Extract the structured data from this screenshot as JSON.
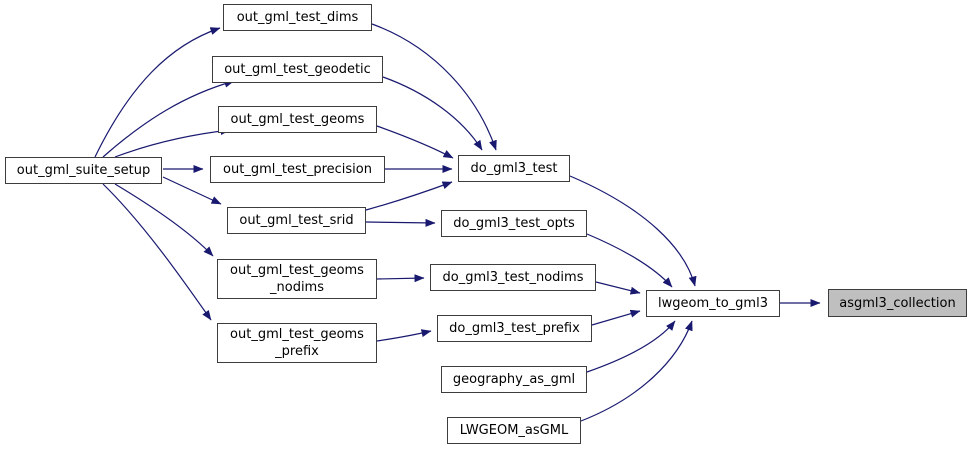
{
  "diagram": {
    "type": "call-graph",
    "highlighted_function": "asgml3_collection",
    "colors": {
      "edge": "#191970",
      "node_border": "#3d3d3d",
      "node_fill": "#ffffff",
      "highlight_fill": "#bfbfbf",
      "background": "#ffffff",
      "text": "#000000"
    },
    "nodes": [
      {
        "id": "out_gml_suite_setup",
        "label": "out_gml_suite_setup"
      },
      {
        "id": "out_gml_test_dims",
        "label": "out_gml_test_dims"
      },
      {
        "id": "out_gml_test_geodetic",
        "label": "out_gml_test_geodetic"
      },
      {
        "id": "out_gml_test_geoms",
        "label": "out_gml_test_geoms"
      },
      {
        "id": "out_gml_test_precision",
        "label": "out_gml_test_precision"
      },
      {
        "id": "out_gml_test_srid",
        "label": "out_gml_test_srid"
      },
      {
        "id": "out_gml_test_geoms_nodims",
        "label": "out_gml_test_geoms\n_nodims"
      },
      {
        "id": "out_gml_test_geoms_prefix",
        "label": "out_gml_test_geoms\n_prefix"
      },
      {
        "id": "do_gml3_test",
        "label": "do_gml3_test"
      },
      {
        "id": "do_gml3_test_opts",
        "label": "do_gml3_test_opts"
      },
      {
        "id": "do_gml3_test_nodims",
        "label": "do_gml3_test_nodims"
      },
      {
        "id": "do_gml3_test_prefix",
        "label": "do_gml3_test_prefix"
      },
      {
        "id": "geography_as_gml",
        "label": "geography_as_gml"
      },
      {
        "id": "LWGEOM_asGML",
        "label": "LWGEOM_asGML"
      },
      {
        "id": "lwgeom_to_gml3",
        "label": "lwgeom_to_gml3"
      },
      {
        "id": "asgml3_collection",
        "label": "asgml3_collection"
      }
    ],
    "edges": [
      {
        "from": "out_gml_suite_setup",
        "to": "out_gml_test_dims"
      },
      {
        "from": "out_gml_suite_setup",
        "to": "out_gml_test_geodetic"
      },
      {
        "from": "out_gml_suite_setup",
        "to": "out_gml_test_geoms"
      },
      {
        "from": "out_gml_suite_setup",
        "to": "out_gml_test_precision"
      },
      {
        "from": "out_gml_suite_setup",
        "to": "out_gml_test_srid"
      },
      {
        "from": "out_gml_suite_setup",
        "to": "out_gml_test_geoms_nodims"
      },
      {
        "from": "out_gml_suite_setup",
        "to": "out_gml_test_geoms_prefix"
      },
      {
        "from": "out_gml_test_dims",
        "to": "do_gml3_test"
      },
      {
        "from": "out_gml_test_geodetic",
        "to": "do_gml3_test"
      },
      {
        "from": "out_gml_test_geoms",
        "to": "do_gml3_test"
      },
      {
        "from": "out_gml_test_precision",
        "to": "do_gml3_test"
      },
      {
        "from": "out_gml_test_srid",
        "to": "do_gml3_test"
      },
      {
        "from": "out_gml_test_srid",
        "to": "do_gml3_test_opts"
      },
      {
        "from": "out_gml_test_geoms_nodims",
        "to": "do_gml3_test_nodims"
      },
      {
        "from": "out_gml_test_geoms_prefix",
        "to": "do_gml3_test_prefix"
      },
      {
        "from": "do_gml3_test",
        "to": "lwgeom_to_gml3"
      },
      {
        "from": "do_gml3_test_opts",
        "to": "lwgeom_to_gml3"
      },
      {
        "from": "do_gml3_test_nodims",
        "to": "lwgeom_to_gml3"
      },
      {
        "from": "do_gml3_test_prefix",
        "to": "lwgeom_to_gml3"
      },
      {
        "from": "geography_as_gml",
        "to": "lwgeom_to_gml3"
      },
      {
        "from": "LWGEOM_asGML",
        "to": "lwgeom_to_gml3"
      },
      {
        "from": "lwgeom_to_gml3",
        "to": "asgml3_collection"
      }
    ]
  }
}
